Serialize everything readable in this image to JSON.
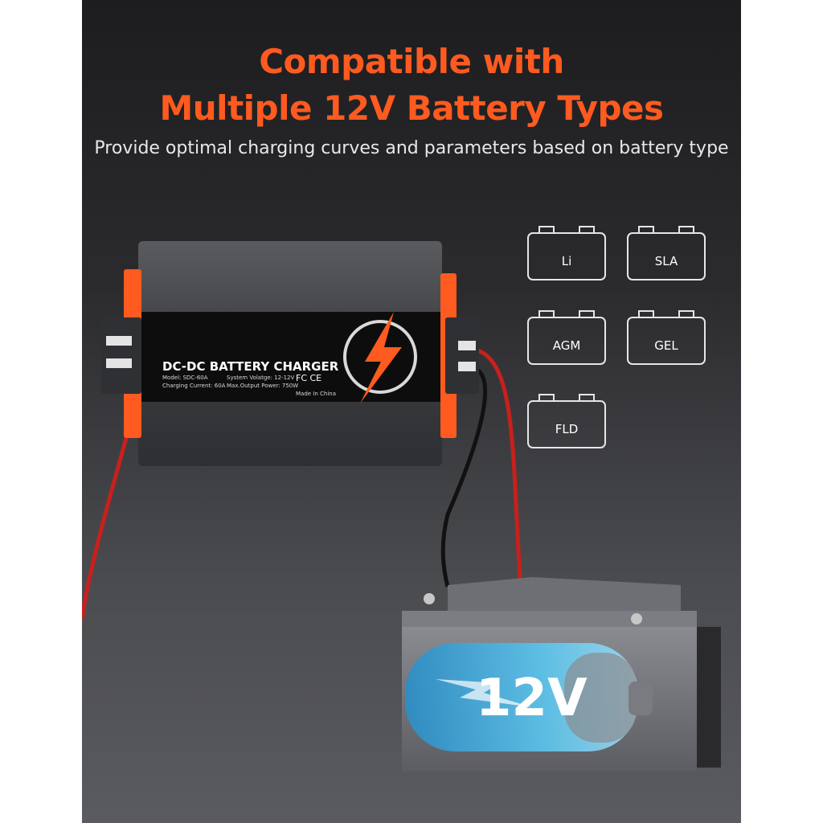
{
  "headline": {
    "line1": "Compatible with",
    "line2": "Multiple 12V Battery Types"
  },
  "subtitle": "Provide optimal charging curves and parameters based on battery type",
  "battery_types": [
    "Li",
    "SLA",
    "AGM",
    "GEL",
    "FLD"
  ],
  "device": {
    "title": "DC-DC BATTERY CHARGER",
    "model": "Model: SDC-60A",
    "charging_current": "Charging Current: 60A",
    "system_voltage": "System Volatge: 12-12V",
    "max_output": "Max.Output Power: 750W",
    "certifications": "FC CE",
    "origin": "Made In China"
  },
  "battery_voltage": "12V",
  "colors": {
    "accent": "#ff5a1f",
    "background": "#2b2b2e",
    "cable_red": "#c8201c",
    "cable_black": "#111111",
    "battery_glow": "#4fb8e8"
  }
}
